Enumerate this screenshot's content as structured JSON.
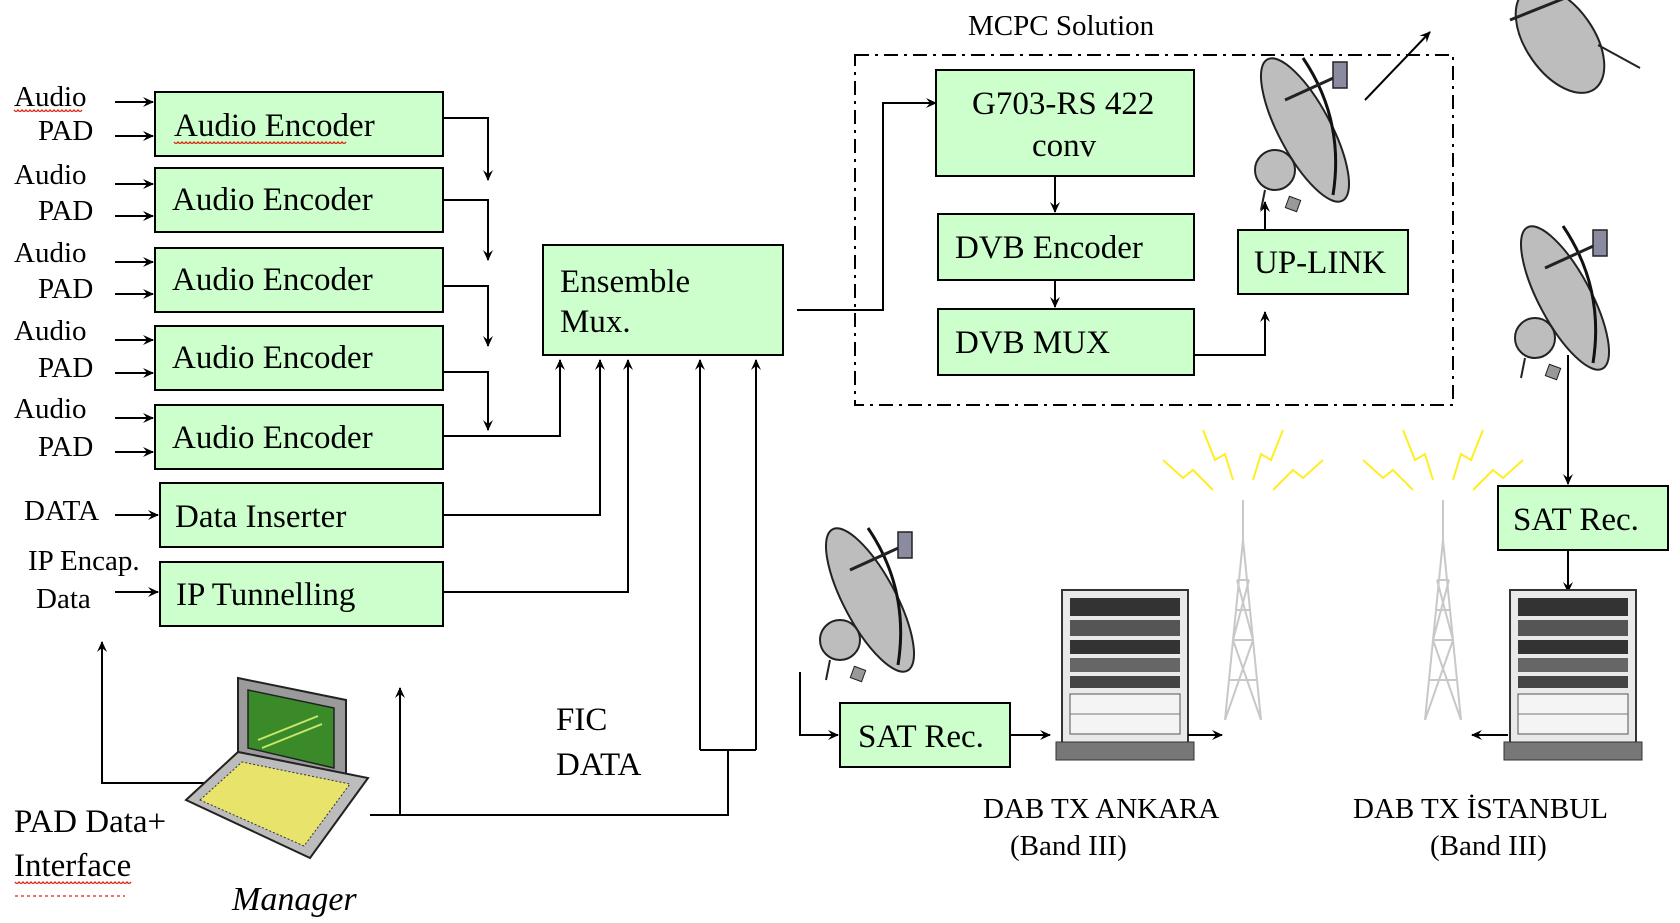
{
  "title": "MCPC Solution",
  "encoders": [
    {
      "input_top": "Audio",
      "input_bottom": "PAD",
      "label": "Audio Encoder"
    },
    {
      "input_top": "Audio",
      "input_bottom": "PAD",
      "label": "Audio Encoder"
    },
    {
      "input_top": "Audio",
      "input_bottom": "PAD",
      "label": "Audio Encoder"
    },
    {
      "input_top": "Audio",
      "input_bottom": "PAD",
      "label": "Audio Encoder"
    },
    {
      "input_top": "Audio",
      "input_bottom": "PAD",
      "label": "Audio Encoder"
    }
  ],
  "data_inserter": {
    "input": "DATA",
    "label": "Data Inserter"
  },
  "ip_tunnelling": {
    "input_line1": "IP Encap.",
    "input_line2": "Data",
    "label": "IP Tunnelling"
  },
  "ensemble_mux": {
    "line1": "Ensemble",
    "line2": "Mux."
  },
  "g703": {
    "line1": "G703-RS 422",
    "line2": "conv"
  },
  "dvb_encoder": "DVB Encoder",
  "dvb_mux": "DVB MUX",
  "uplink": "UP-LINK",
  "sat_rec_ankara": "SAT Rec.",
  "sat_rec_istanbul": "SAT Rec.",
  "fic_data": {
    "line1": "FIC",
    "line2": "DATA"
  },
  "pad_interface": {
    "line1": "PAD Data+",
    "line2": "Interface"
  },
  "manager": "Manager",
  "ankara": {
    "line1": "DAB TX  ANKARA",
    "line2": "(Band III)"
  },
  "istanbul": {
    "line1": "DAB TX İSTANBUL",
    "line2": "(Band III)"
  },
  "icons": [
    "satellite-dish-icon",
    "laptop-icon",
    "transmitter-rack-icon",
    "antenna-tower-icon",
    "lightning-icon"
  ],
  "colors": {
    "box_fill": "#ccffcc",
    "lightning": "#ffee22",
    "tower": "#c8c8c8",
    "spell_underline": "#dd2211"
  }
}
